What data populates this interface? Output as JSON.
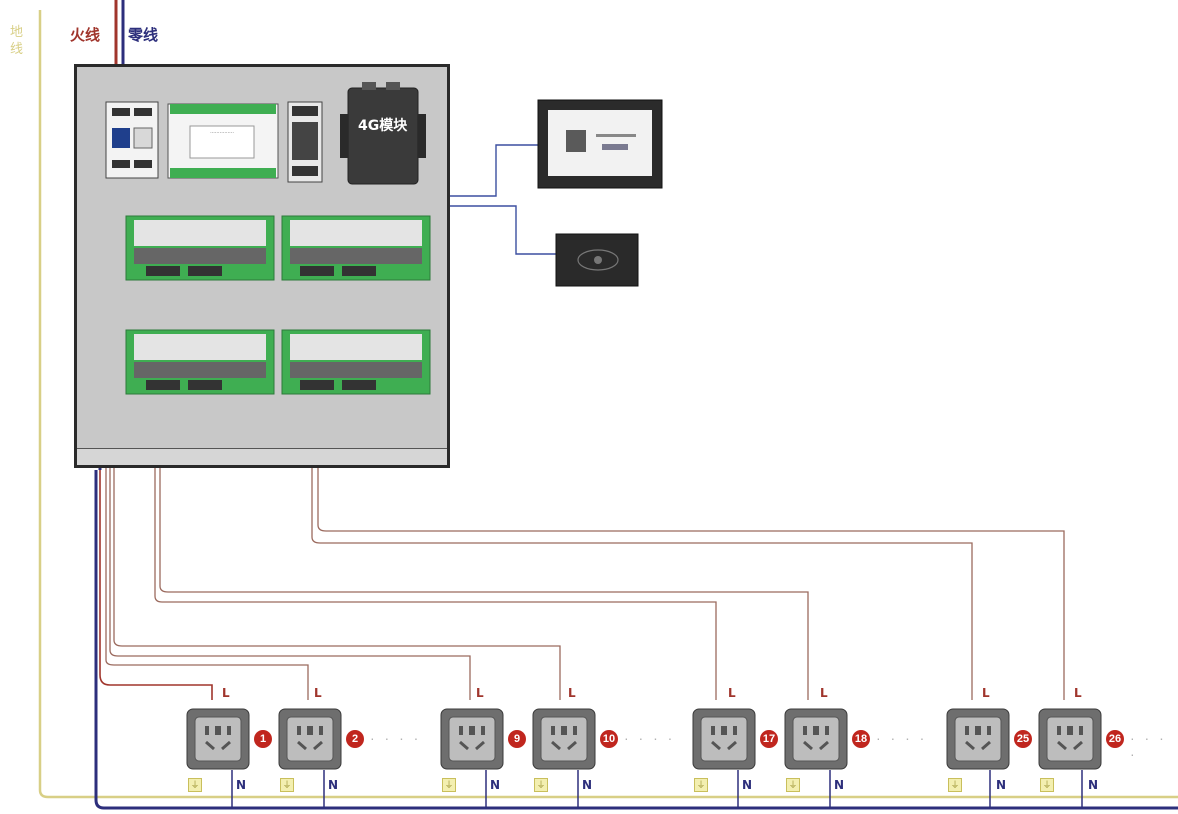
{
  "legend": {
    "earth_wire": "地线",
    "live_wire": "火线",
    "neutral_wire": "零线"
  },
  "cabinet": {
    "comm_module_label": "4G模块"
  },
  "sockets": {
    "live_pin_label": "L",
    "neutral_pin_label": "N",
    "sequence_numbers": [
      "1",
      "2",
      "9",
      "10",
      "17",
      "18",
      "25",
      "26"
    ],
    "continuation": "· · · ·"
  },
  "colors": {
    "earth": "#d8cf86",
    "live": "#a0352c",
    "neutral": "#2d2f7c",
    "signal": "#3b4fa0",
    "relay_board": "#3fae52",
    "socket": "#6e6e6e",
    "badge": "#c0261e"
  }
}
